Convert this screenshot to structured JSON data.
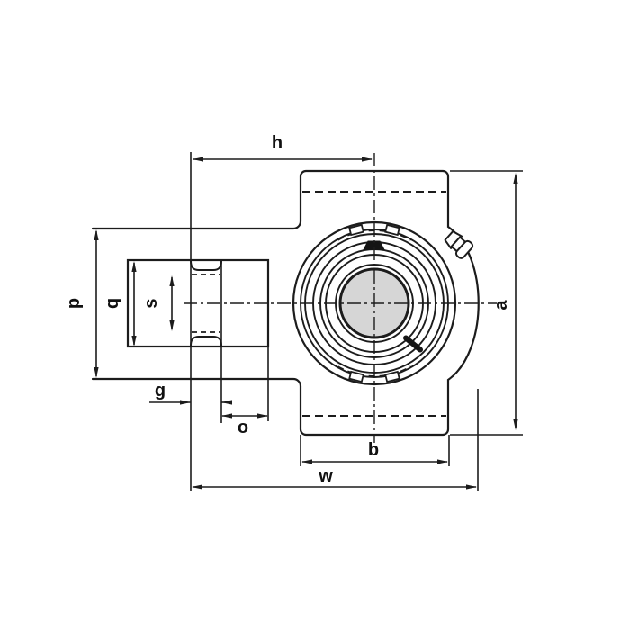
{
  "dimensions": {
    "h": "h",
    "a": "a",
    "p": "p",
    "q": "q",
    "s": "s",
    "g": "g",
    "o": "o",
    "b": "b",
    "w": "w"
  },
  "icons": {
    "grease_fitting": "grease-fitting-nipple"
  },
  "colors": {
    "line": "#1c1c1c",
    "bore_fill": "#d6d6d6",
    "label": "#111111",
    "background": "#ffffff"
  }
}
